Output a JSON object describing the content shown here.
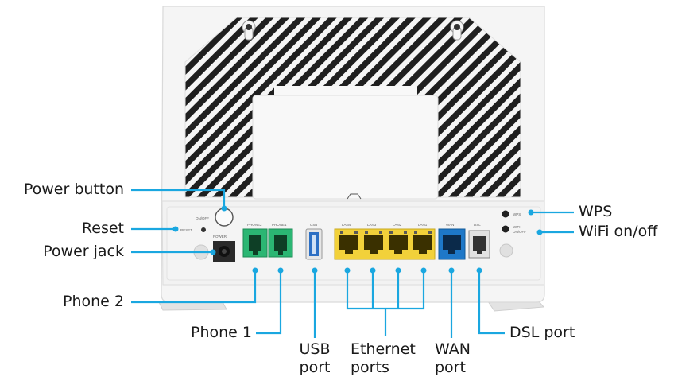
{
  "device_labels": {
    "on_off": "ON/OFF",
    "reset": "RESET",
    "power": "POWER",
    "phone2": "PHONE2",
    "phone1": "PHONE1",
    "usb": "USB",
    "lan4": "LAN4",
    "lan3": "LAN3",
    "lan2": "LAN2",
    "lan1": "LAN1",
    "wan": "WAN",
    "dsl": "DSL",
    "wps": "WPS",
    "wifi_l1": "WIFI",
    "wifi_l2": "ON/OFF"
  },
  "callouts": {
    "power_button": "Power button",
    "reset": "Reset",
    "power_jack": "Power jack",
    "phone2": "Phone 2",
    "phone1": "Phone 1",
    "usb_l1": "USB",
    "usb_l2": "port",
    "ethernet_l1": "Ethernet",
    "ethernet_l2": "ports",
    "wan_l1": "WAN",
    "wan_l2": "port",
    "dsl": "DSL port",
    "wps": "WPS",
    "wifi": "WiFi on/off"
  },
  "colors": {
    "leader": "#1aa7e0",
    "phone_port": "#2bb673",
    "lan_port": "#f2d13a",
    "wan_port": "#1e78c8",
    "usb_port": "#2c6fc4"
  }
}
